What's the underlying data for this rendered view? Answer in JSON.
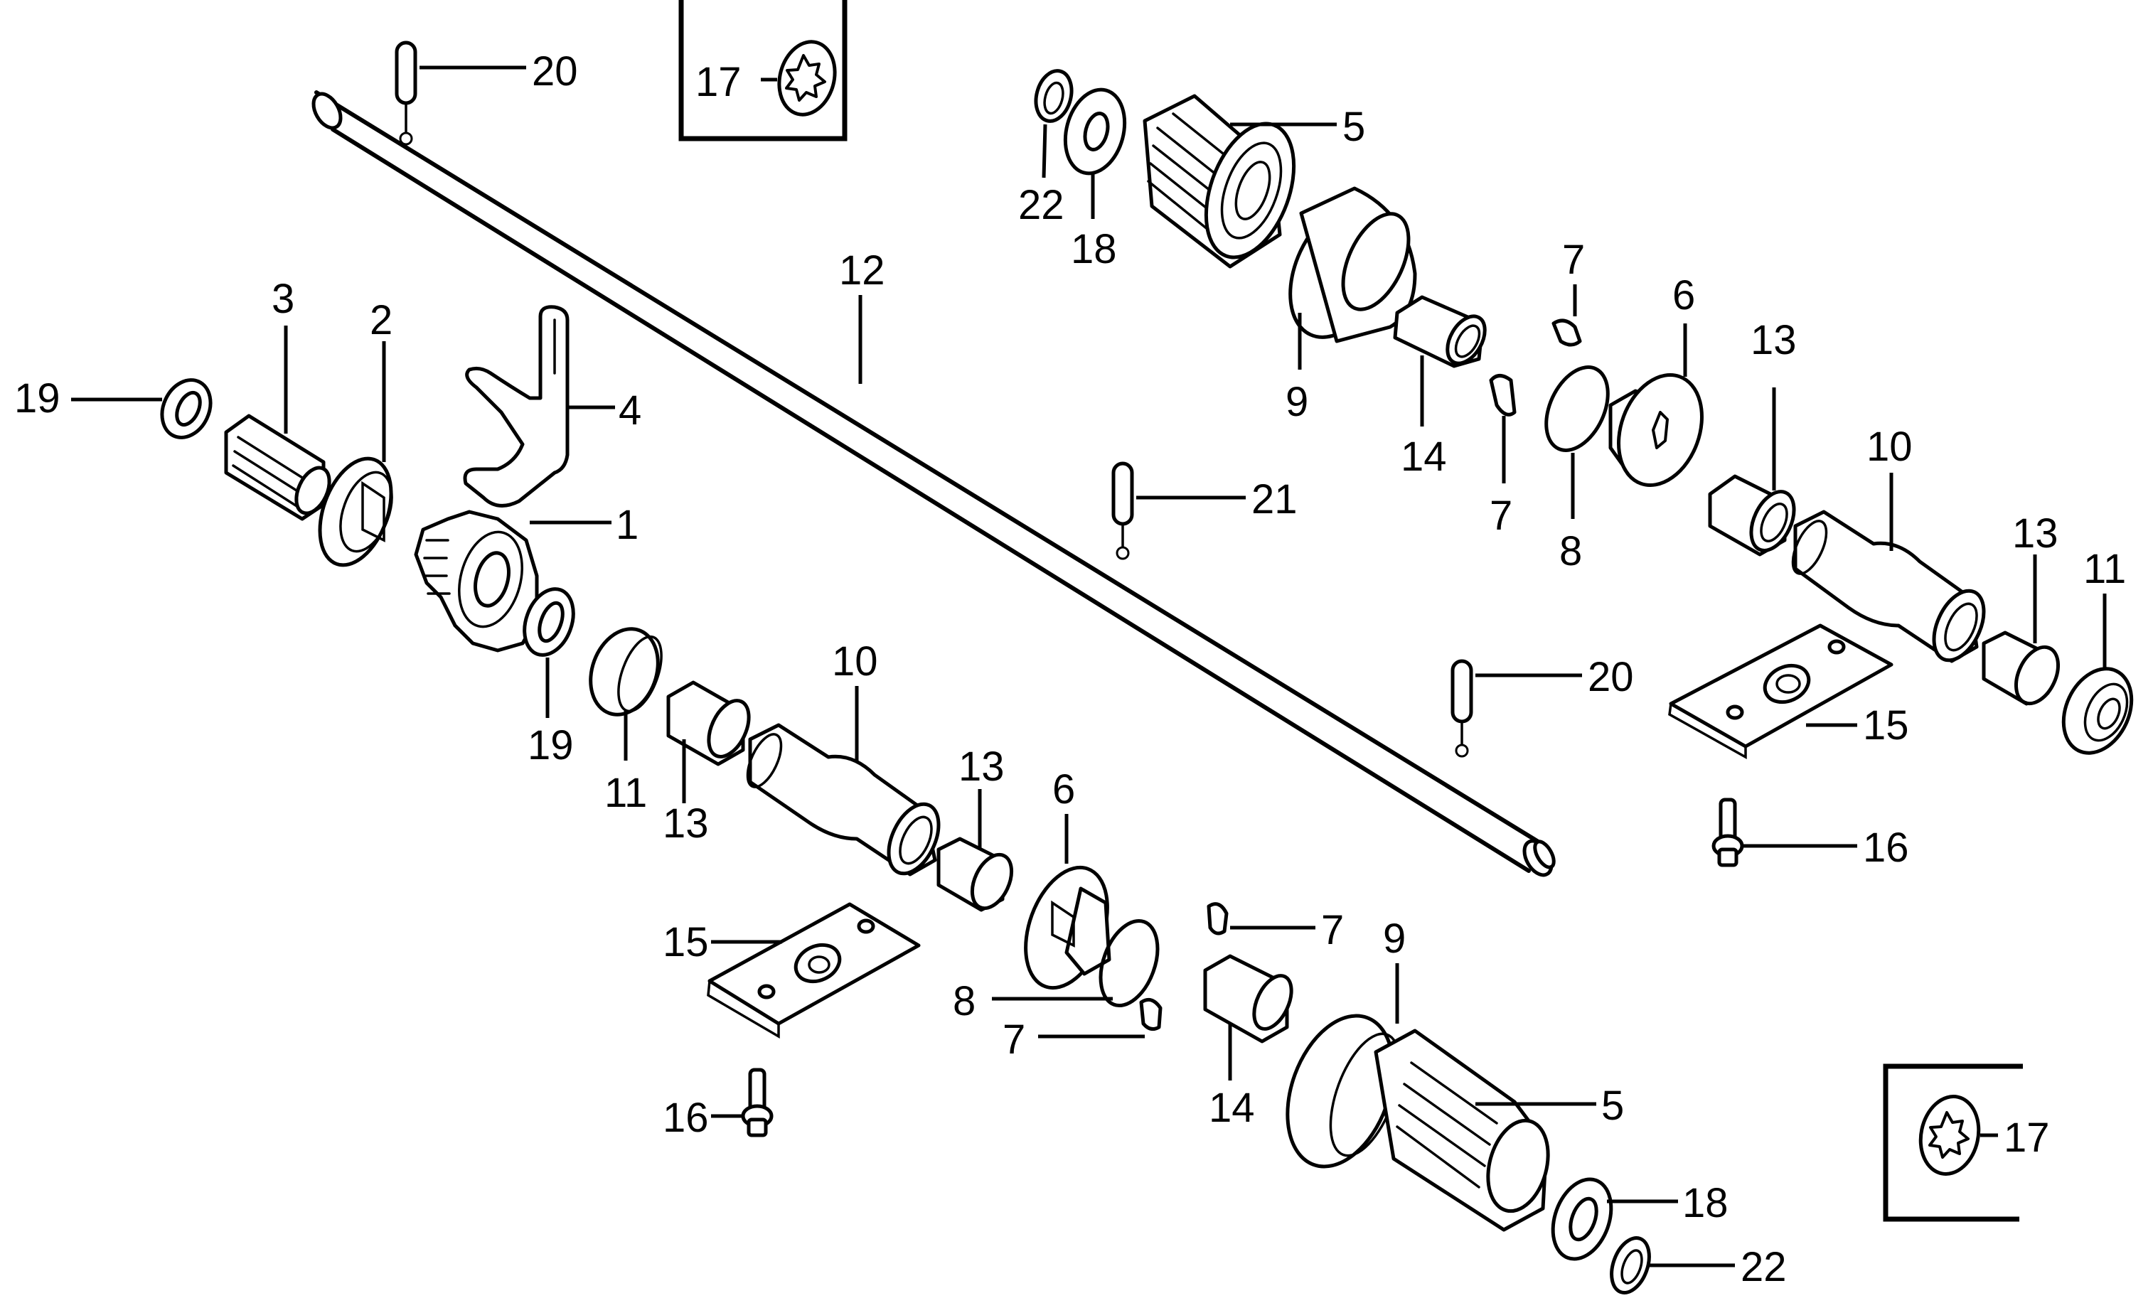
{
  "diagram": {
    "type": "exploded-parts-diagram",
    "callouts": {
      "c1": "1",
      "c2": "2",
      "c3": "3",
      "c4": "4",
      "c5a": "5",
      "c5b": "5",
      "c6a": "6",
      "c6b": "6",
      "c7a": "7",
      "c7b": "7",
      "c7c": "7",
      "c7d": "7",
      "c8a": "8",
      "c8b": "8",
      "c9a": "9",
      "c9b": "9",
      "c10a": "10",
      "c10b": "10",
      "c11a": "11",
      "c11b": "11",
      "c12": "12",
      "c13a": "13",
      "c13b": "13",
      "c13c": "13",
      "c13d": "13",
      "c14a": "14",
      "c14b": "14",
      "c15a": "15",
      "c15b": "15",
      "c16a": "16",
      "c16b": "16",
      "c17a": "17",
      "c17b": "17",
      "c18a": "18",
      "c18b": "18",
      "c19a": "19",
      "c19b": "19",
      "c20a": "20",
      "c20b": "20",
      "c21": "21",
      "c22a": "22",
      "c22b": "22"
    },
    "parts": [
      {
        "ref": "1",
        "kind": "gear"
      },
      {
        "ref": "2",
        "kind": "collar"
      },
      {
        "ref": "3",
        "kind": "splined-sleeve"
      },
      {
        "ref": "4",
        "kind": "shift-fork"
      },
      {
        "ref": "5",
        "kind": "drive-gear"
      },
      {
        "ref": "6",
        "kind": "cam-hub"
      },
      {
        "ref": "7",
        "kind": "key"
      },
      {
        "ref": "8",
        "kind": "snap-ring"
      },
      {
        "ref": "9",
        "kind": "cup"
      },
      {
        "ref": "10",
        "kind": "axle-sleeve"
      },
      {
        "ref": "11",
        "kind": "bushing"
      },
      {
        "ref": "12",
        "kind": "shaft"
      },
      {
        "ref": "13",
        "kind": "bushing"
      },
      {
        "ref": "14",
        "kind": "bushing"
      },
      {
        "ref": "15",
        "kind": "bracket-plate"
      },
      {
        "ref": "16",
        "kind": "bolt"
      },
      {
        "ref": "17",
        "kind": "star-washer"
      },
      {
        "ref": "18",
        "kind": "washer"
      },
      {
        "ref": "19",
        "kind": "washer"
      },
      {
        "ref": "20",
        "kind": "pin"
      },
      {
        "ref": "21",
        "kind": "pin"
      },
      {
        "ref": "22",
        "kind": "retaining-clip"
      }
    ]
  }
}
